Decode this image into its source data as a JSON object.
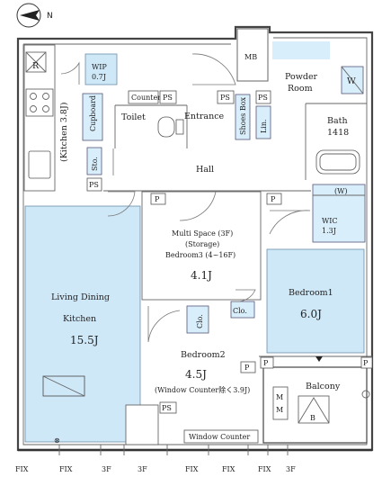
{
  "compass": {
    "label": "N"
  },
  "rooms": {
    "wip": {
      "line1": "WIP",
      "line2": "0.7J"
    },
    "counter": "Counter",
    "ps": "PS",
    "mb": "MB",
    "toilet": "Toilet",
    "entrance": "Entrance",
    "powder_room": {
      "line1": "Powder",
      "line2": "Room"
    },
    "bath": {
      "line1": "Bath",
      "line2": "1418"
    },
    "shoes_box": "Shoes Box",
    "lin": "Lin.",
    "kitchen": "(Kitchen 3.8J)",
    "cupboard": "Cupboard",
    "sto": "Sto.",
    "hall": "Hall",
    "refrigerator": "R",
    "washer": "W",
    "wic": {
      "line1": "WIC",
      "line2": "1.3J"
    },
    "w_shelf": "(W)",
    "p": "P",
    "multi_space": {
      "line1": "Multi Space (3F)",
      "line2": "(Storage)",
      "line3": "Bedroom3 (4~16F)",
      "size": "4.1J"
    },
    "ldk": {
      "line1": "Living Dining",
      "line2": "Kitchen",
      "size": "15.5J"
    },
    "bedroom1": {
      "name": "Bedroom1",
      "size": "6.0J"
    },
    "bedroom2": {
      "name": "Bedroom2",
      "size": "4.5J",
      "note": "(Window Counter除く3.9J)"
    },
    "clo": "Clo.",
    "balcony": "Balcony",
    "window_counter": "Window Counter",
    "m_left": "M",
    "m_right": "M",
    "b": "B"
  },
  "footer": [
    "FIX",
    "FIX",
    "3F",
    "3F",
    "FIX",
    "FIX",
    "FIX",
    "3F"
  ]
}
